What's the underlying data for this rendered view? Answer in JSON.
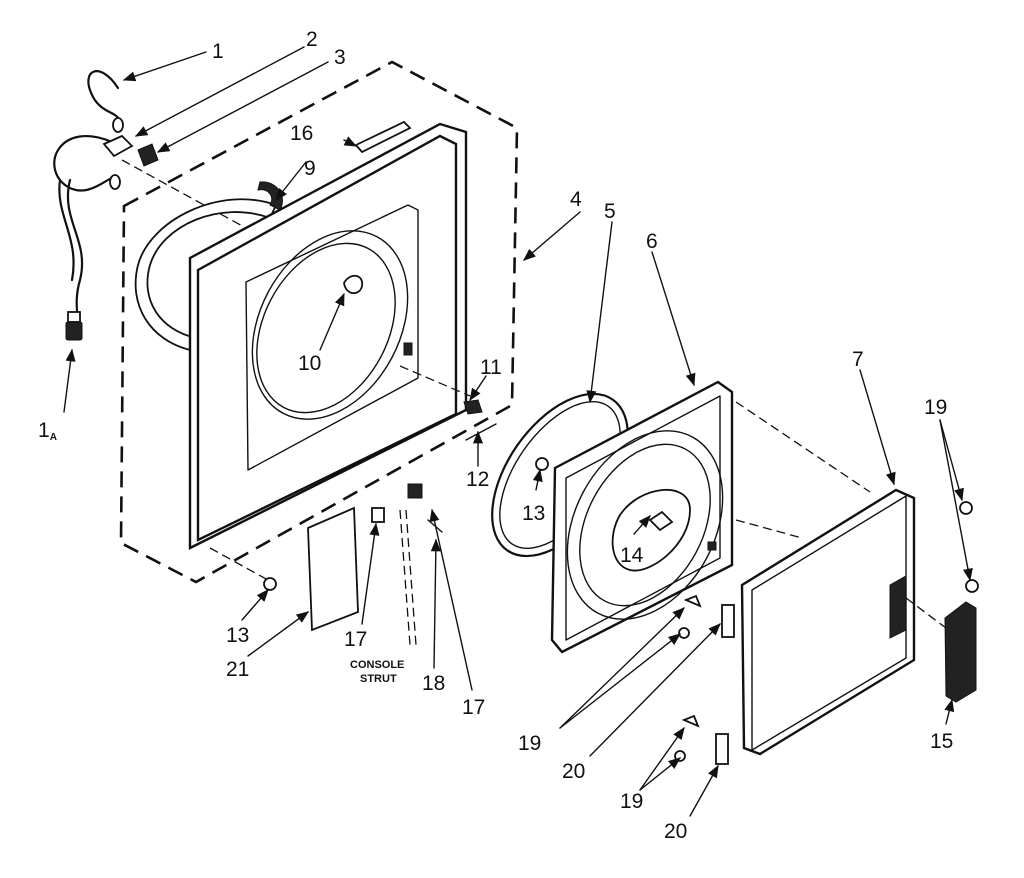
{
  "callouts": {
    "c1": "1",
    "c1a": "1",
    "c1a_sub": "A",
    "c2": "2",
    "c3": "3",
    "c4": "4",
    "c5": "5",
    "c6": "6",
    "c7": "7",
    "c9": "9",
    "c10": "10",
    "c11": "11",
    "c12": "12",
    "c13_a": "13",
    "c13_b": "13",
    "c14": "14",
    "c15": "15",
    "c16": "16",
    "c17_a": "17",
    "c17_b": "17",
    "c18": "18",
    "c19_a": "19",
    "c19_b": "19",
    "c19_c": "19",
    "c20_a": "20",
    "c20_b": "20",
    "c21": "21"
  },
  "notes": {
    "console_strut_line1": "CONSOLE",
    "console_strut_line2": "STRUT"
  }
}
